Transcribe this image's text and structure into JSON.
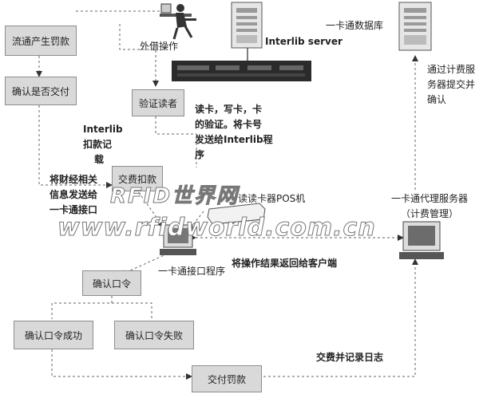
{
  "nodes": {
    "fine_generation": "流通产生罚款",
    "confirm_payment": "确认是否交付",
    "verify_reader": "验证读者",
    "fee_deduction": "交费扣款",
    "confirm_password": "确认口令",
    "password_success": "确认口令成功",
    "password_failure": "确认口令失败",
    "pay_fine": "交付罚款"
  },
  "labels": {
    "interlib_server": "Interlib server",
    "card_database": "一卡通数据库",
    "librarian_operation": "外借操作",
    "billing_server_submit": [
      "通过计费服",
      "务器提交并",
      "确认"
    ],
    "interlib_record": [
      "Interlib",
      "扣款记",
      "载"
    ],
    "send_finance": [
      "将财经相关",
      "信息发送给",
      "一卡通接口"
    ],
    "read_write_verify": [
      "读卡，写卡，卡",
      "的验证。将卡号",
      "发送给Interlib程",
      "序"
    ],
    "pos_reader": "读读卡器POS机",
    "proxy_server": [
      "一卡通代理服务器",
      "（计费管理）"
    ],
    "interface_program": "一卡通接口程序",
    "return_result": "将操作结果返回给客户端",
    "pay_and_log": "交费并记录日志"
  },
  "watermark": {
    "line1": "RFID世界网",
    "line2": "www.rfidworld.com.cn"
  }
}
